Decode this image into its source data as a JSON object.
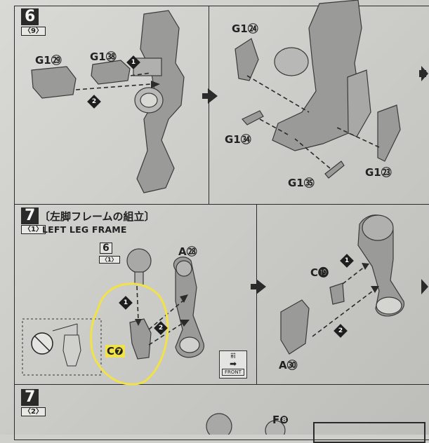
{
  "step6": {
    "number": "6",
    "substep": "9",
    "parts": {
      "g1_29": "G1㉙",
      "g1_38": "G1㊳",
      "g1_24": "G1㉔",
      "g1_34": "G1㉞",
      "g1_35": "G1㉟",
      "g1_23": "G1㉓"
    },
    "order_marks": [
      "1",
      "2"
    ]
  },
  "step7": {
    "number": "7",
    "title_jp": "〔左脚フレームの組立〕",
    "substep": "1",
    "title_en": "LEFT LEG FRAME",
    "ref_step": "6",
    "ref_sub": "1",
    "parts": {
      "a28": "A㉘",
      "c7": "C❼",
      "c19": "C⓳",
      "a30": "A㉚"
    },
    "order_marks": [
      "1",
      "2"
    ],
    "front_jp": "前",
    "front_en": "FRONT"
  },
  "step7b": {
    "number": "7",
    "substep": "2",
    "parts": {
      "f8": "F❽"
    }
  },
  "colors": {
    "highlight": "#f2e24a",
    "ink": "#2b2b2b",
    "part_gray": "#9a9a98"
  }
}
